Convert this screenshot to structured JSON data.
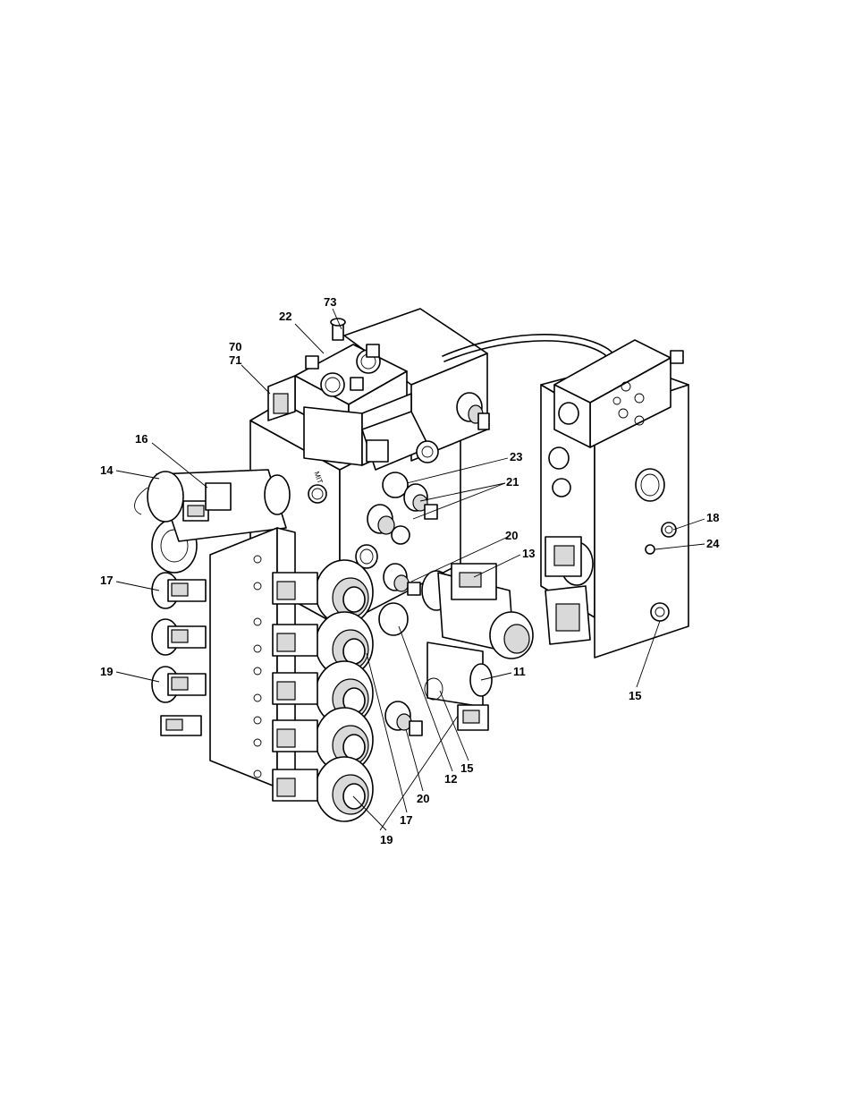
{
  "callouts": [
    {
      "id": "c73a",
      "text": "73"
    },
    {
      "id": "c22a",
      "text": "22"
    },
    {
      "id": "c70",
      "text": "70"
    },
    {
      "id": "c71",
      "text": "71"
    },
    {
      "id": "c16",
      "text": "16"
    },
    {
      "id": "c14",
      "text": "14"
    },
    {
      "id": "c23",
      "text": "23"
    },
    {
      "id": "c21",
      "text": "21"
    },
    {
      "id": "c20a",
      "text": "20"
    },
    {
      "id": "c13",
      "text": "13"
    },
    {
      "id": "c17a",
      "text": "17"
    },
    {
      "id": "c19a",
      "text": "19"
    },
    {
      "id": "c11",
      "text": "11"
    },
    {
      "id": "c15a",
      "text": "15"
    },
    {
      "id": "c12",
      "text": "12"
    },
    {
      "id": "c20b",
      "text": "20"
    },
    {
      "id": "c17b",
      "text": "17"
    },
    {
      "id": "c19b",
      "text": "19"
    },
    {
      "id": "c18",
      "text": "18"
    },
    {
      "id": "c24",
      "text": "24"
    },
    {
      "id": "c15b",
      "text": "15"
    }
  ],
  "colors": {
    "ink": "#000000",
    "paper": "#ffffff",
    "shade": "#d9d9d9"
  }
}
